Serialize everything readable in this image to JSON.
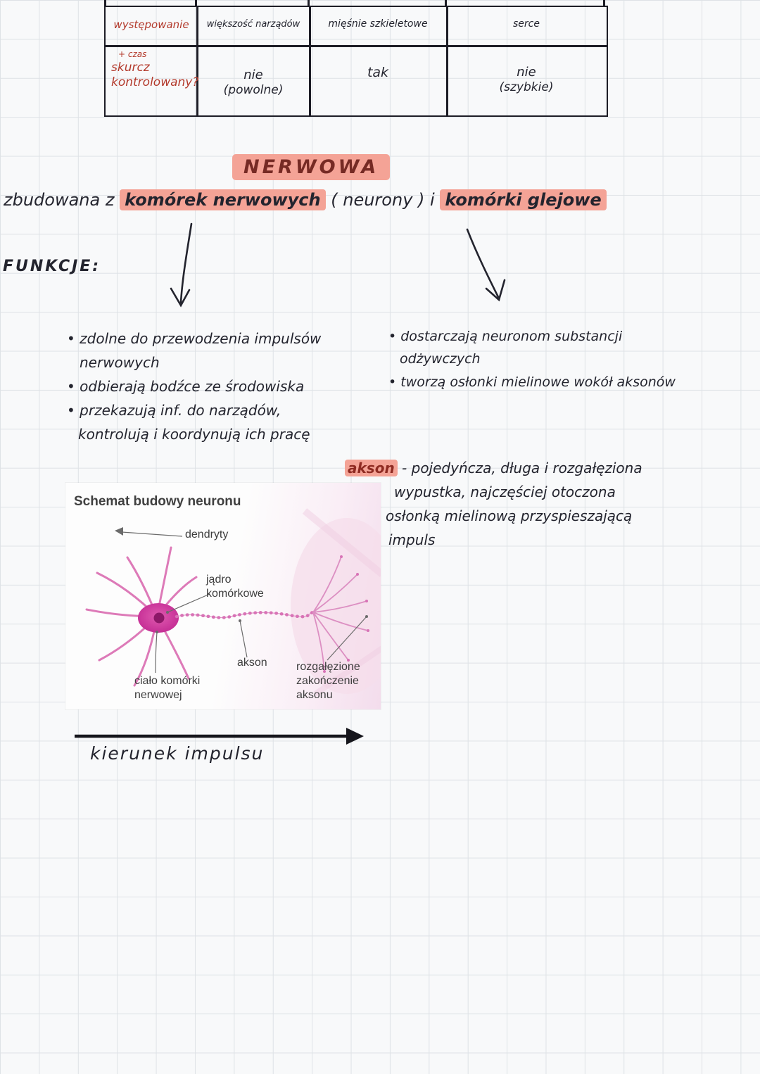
{
  "colors": {
    "highlight": "#f4a396",
    "red_ink": "#b33a2c",
    "dark_red": "#762a24",
    "ink": "#23242e",
    "neuron_pink": "#d873b6"
  },
  "table": {
    "headers": [
      "występowanie",
      "większość narządów",
      "mięśnie szkieletowe",
      "serce"
    ],
    "row": {
      "note": "+ czas",
      "label_line1": "skurcz",
      "label_line2": "kontrolowany?",
      "cell1_line1": "nie",
      "cell1_line2": "(powolne)",
      "cell2": "tak",
      "cell3_line1": "nie",
      "cell3_line2": "(szybkie)"
    }
  },
  "title": {
    "text": "NERWOWA"
  },
  "intro": {
    "prefix": "zbudowana z",
    "highlight1": "komórek nerwowych",
    "middle": "( neurony ) i",
    "highlight2": "komórki glejowe"
  },
  "funkcje_label": "FUNKCJE:",
  "neuron_notes": [
    "• zdolne do przewodzenia impulsów",
    "nerwowych",
    "• odbierają bodźce ze środowiska",
    "• przekazują inf. do narządów,",
    "kontrolują i koordynują ich pracę"
  ],
  "glial_notes": [
    "• dostarczają neuronom substancji",
    "odżywczych",
    "• tworzą osłonki mielinowe wokół aksonów"
  ],
  "akson": {
    "term": "akson",
    "line1": "- pojedyńcza, długa i rozgałęziona",
    "line2": "wypustka, najczęściej otoczona",
    "line3": "osłonką mielinową przyspieszającą",
    "line4": "impuls"
  },
  "figure": {
    "title": "Schemat budowy neuronu",
    "labels": {
      "dendrites": "dendryty",
      "nucleus_l1": "jądro",
      "nucleus_l2": "komórkowe",
      "axon": "akson",
      "soma_l1": "ciało komórki",
      "soma_l2": "nerwowej",
      "terminal_l1": "rozgałęzione",
      "terminal_l2": "zakończenie",
      "terminal_l3": "aksonu"
    }
  },
  "direction_label": "kierunek impulsu"
}
